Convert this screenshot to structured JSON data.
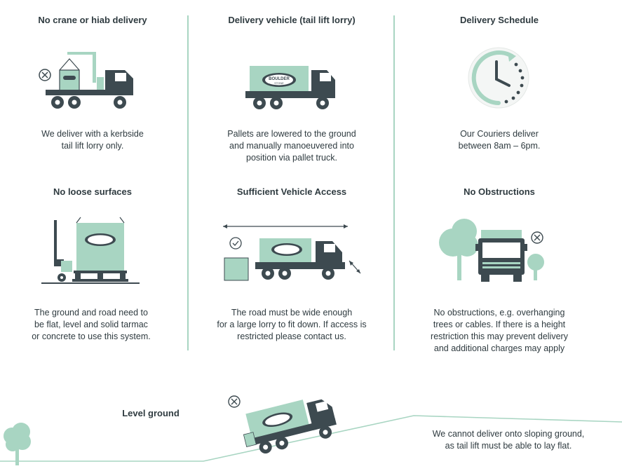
{
  "colors": {
    "dark": "#3d4a50",
    "mint": "#a8d5c2",
    "text": "#2f3b40"
  },
  "brand": {
    "line1": "BOULDER",
    "line2": "STONE"
  },
  "panels": [
    {
      "title": "No crane or hiab delivery",
      "icon": "no-crane-truck-icon",
      "desc": [
        "We deliver with a kerbside",
        "tail lift lorry only."
      ]
    },
    {
      "title": "Delivery vehicle (tail lift lorry)",
      "icon": "tail-lift-lorry-icon",
      "desc": [
        "Pallets are lowered to the ground",
        "and manually manoeuvered into",
        "position via pallet truck."
      ]
    },
    {
      "title": "Delivery Schedule",
      "icon": "clock-icon",
      "desc": [
        "Our Couriers deliver",
        "between 8am – 6pm."
      ]
    },
    {
      "title": "No loose surfaces",
      "icon": "pallet-truck-bag-icon",
      "desc": [
        "The ground and road need to",
        "be flat, level and solid tarmac",
        "or concrete to use this system."
      ]
    },
    {
      "title": "Sufficient Vehicle Access",
      "icon": "vehicle-access-icon",
      "desc": [
        "The road must be wide enough",
        "for a large lorry to fit down. If access is",
        "restricted please contact us."
      ]
    },
    {
      "title": "No Obstructions",
      "icon": "obstructions-icon",
      "desc": [
        "No obstructions, e.g. overhanging",
        "trees or cables. If there is a height",
        "restriction this may prevent delivery",
        "and additional charges may apply"
      ]
    }
  ],
  "bottom": {
    "label": "Level ground",
    "desc": [
      "We cannot deliver onto sloping ground,",
      "as tail lift must be able to lay flat."
    ]
  }
}
